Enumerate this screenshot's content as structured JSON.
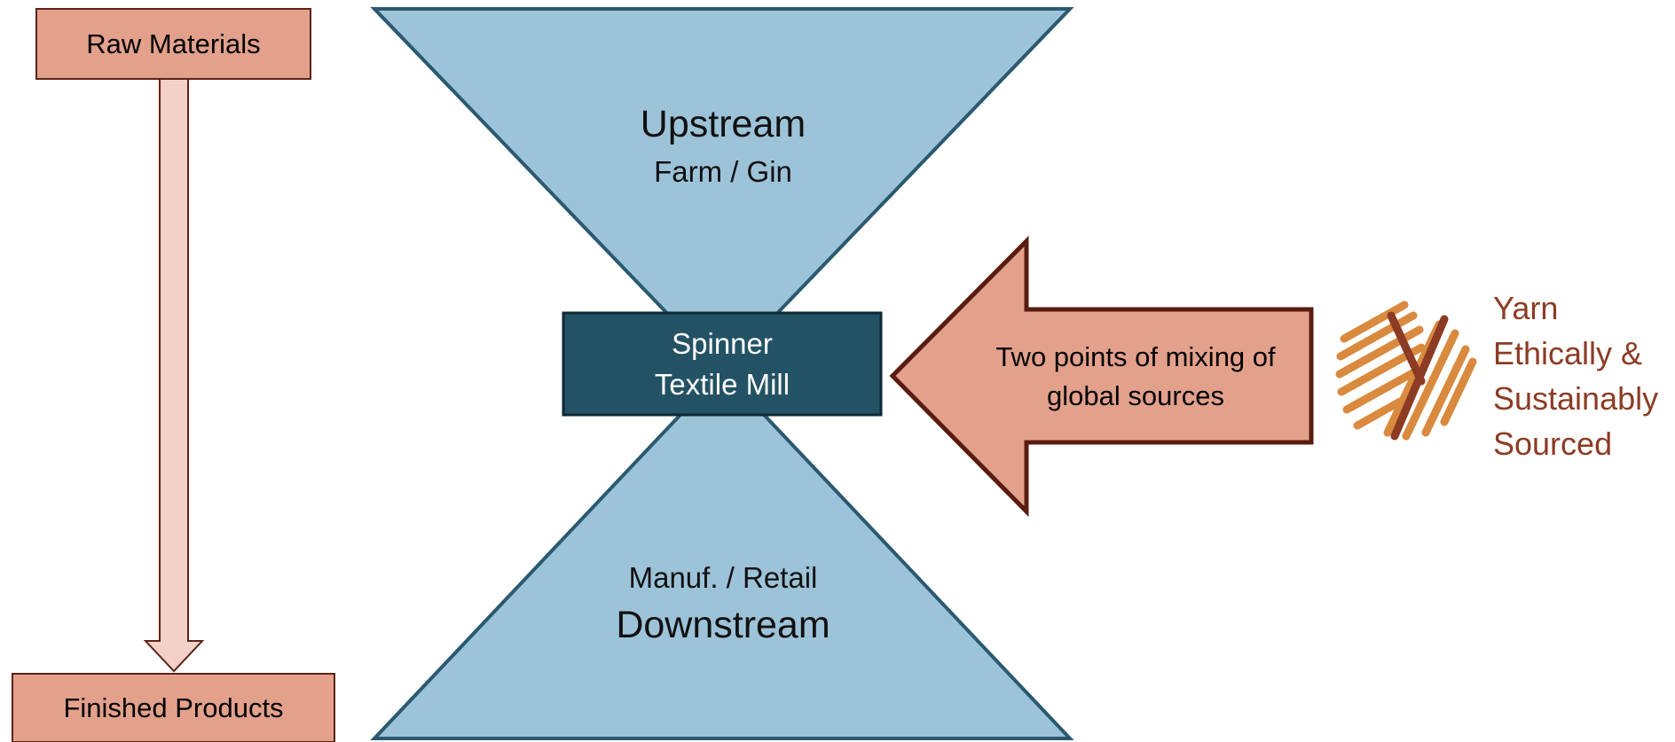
{
  "flow": {
    "top_box": "Raw Materials",
    "bottom_box": "Finished Products"
  },
  "upstream": {
    "title": "Upstream",
    "subtitle": "Farm / Gin"
  },
  "downstream": {
    "subtitle": "Manuf. / Retail",
    "title": "Downstream"
  },
  "spinner": {
    "line1": "Spinner",
    "line2": "Textile Mill"
  },
  "mixing_arrow": {
    "line1": "Two points of mixing of",
    "line2": "global sources"
  },
  "logo": {
    "line1": "Yarn",
    "line2": "Ethically &",
    "line3": "Sustainably",
    "line4": "Sourced"
  },
  "colors": {
    "box_fill": "#E3A18C",
    "box_stroke": "#5A2418",
    "shaft_fill": "#F3D1C8",
    "triangle_fill": "#9DC3D9",
    "triangle_stroke": "#2A5970",
    "spinner_fill": "#245265",
    "logo_orange": "#D98A3E",
    "logo_brown": "#8C3B24"
  }
}
